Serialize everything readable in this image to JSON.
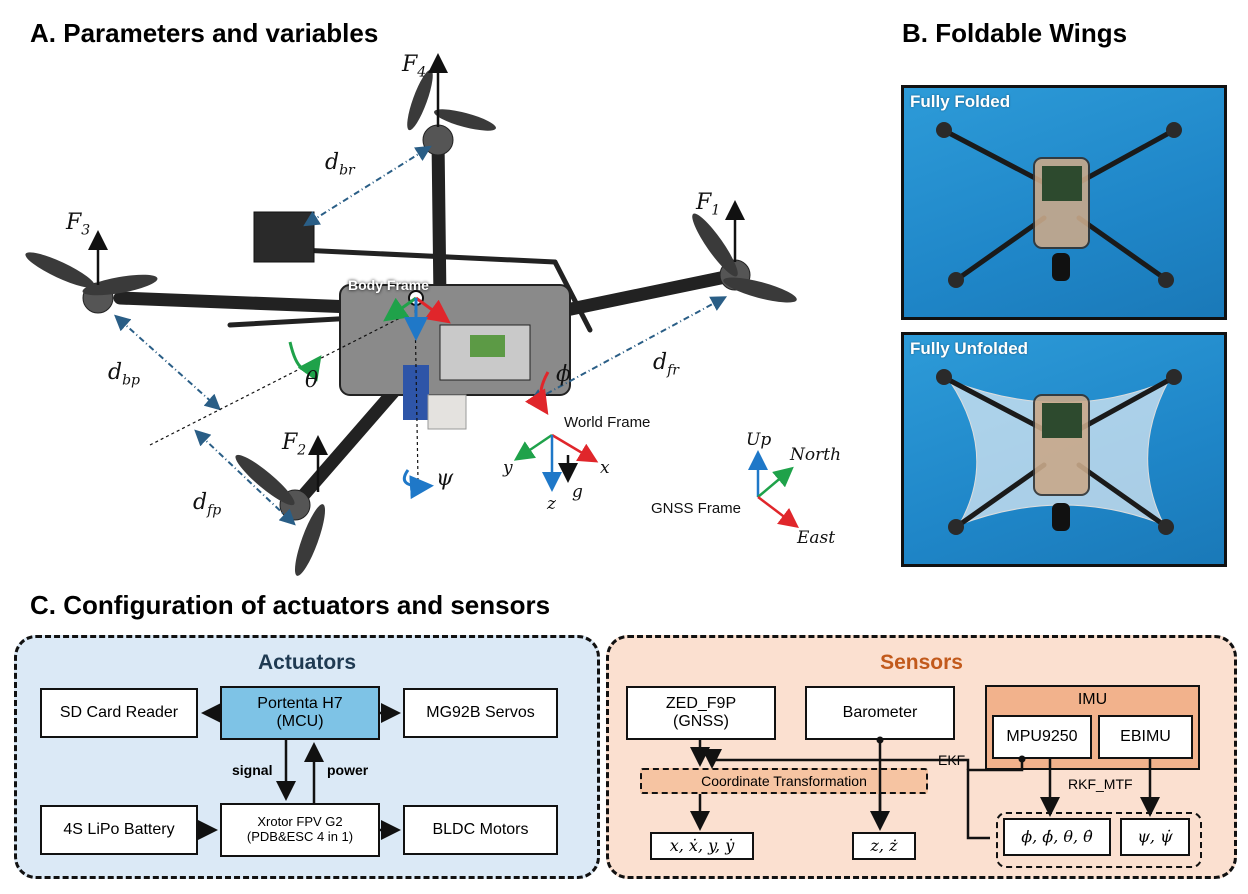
{
  "sections": {
    "a_title": "A. Parameters and variables",
    "b_title": "B. Foldable Wings",
    "c_title": "C. Configuration of actuators and sensors"
  },
  "drone": {
    "forces": {
      "f1": {
        "base": "F",
        "sub": "1"
      },
      "f2": {
        "base": "F",
        "sub": "2"
      },
      "f3": {
        "base": "F",
        "sub": "3"
      },
      "f4": {
        "base": "F",
        "sub": "4"
      }
    },
    "distances": {
      "d_br": {
        "base": "d",
        "sub": "br"
      },
      "d_bp": {
        "base": "d",
        "sub": "bp"
      },
      "d_fr": {
        "base": "d",
        "sub": "fr"
      },
      "d_fp": {
        "base": "d",
        "sub": "fp"
      }
    },
    "angles": {
      "theta": "θ",
      "phi": "ϕ",
      "psi": "ψ"
    },
    "body_frame_label": "Body Frame",
    "world_frame": {
      "label": "World Frame",
      "x": "x",
      "y": "y",
      "z": "z",
      "g": "g"
    },
    "gnss_frame": {
      "label": "GNSS Frame",
      "up": "Up",
      "north": "North",
      "east": "East"
    }
  },
  "wings": {
    "folded_label": "Fully Folded",
    "unfolded_label": "Fully Unfolded"
  },
  "actuators": {
    "title": "Actuators",
    "sd_card": "SD Card Reader",
    "mcu_line1": "Portenta H7",
    "mcu_line2": "(MCU)",
    "servos": "MG92B Servos",
    "battery": "4S LiPo Battery",
    "esc_line1": "Xrotor FPV G2",
    "esc_line2": "(PDB&ESC 4 in 1)",
    "motors": "BLDC Motors",
    "signal": "signal",
    "power": "power"
  },
  "sensors": {
    "title": "Sensors",
    "gnss_line1": "ZED_F9P",
    "gnss_line2": "(GNSS)",
    "barometer": "Barometer",
    "imu": "IMU",
    "mpu": "MPU9250",
    "ebimu": "EBIMU",
    "ekf": "EKF",
    "rkf": "RKF_MTF",
    "coord": "Coordinate Transformation",
    "out_xy": "x, ẋ, y, ẏ",
    "out_z": "z, ż",
    "out_att": "ϕ, ϕ̇, θ, θ̇",
    "out_yaw": "ψ, ψ̇"
  },
  "colors": {
    "actuator_bg": "#dbe9f6",
    "actuator_title": "#1f3a52",
    "sensor_bg": "#fbe0d0",
    "sensor_title": "#c25a1c",
    "mcu_fill": "#7ec3e6",
    "imu_fill": "#f2b28c",
    "axis_red": "#e0262b",
    "axis_green": "#1fa24a",
    "axis_blue": "#1f78c8"
  }
}
